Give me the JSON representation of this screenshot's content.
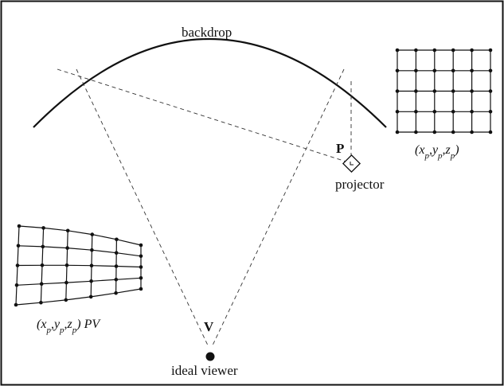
{
  "labels": {
    "backdrop": "backdrop",
    "projector_point": "P",
    "projector": "projector",
    "viewer_point": "V",
    "viewer": "ideal viewer"
  },
  "projector_grid": {
    "caption_vars": [
      "x",
      "y",
      "z"
    ],
    "caption_subscript": "p",
    "rows": 5,
    "cols": 6
  },
  "warped_grid": {
    "caption_vars": [
      "x",
      "y",
      "z"
    ],
    "caption_subscript": "p",
    "caption_suffix": "PV",
    "rows": 5,
    "cols": 6
  },
  "colors": {
    "ink": "#111111",
    "background": "#ffffff"
  }
}
